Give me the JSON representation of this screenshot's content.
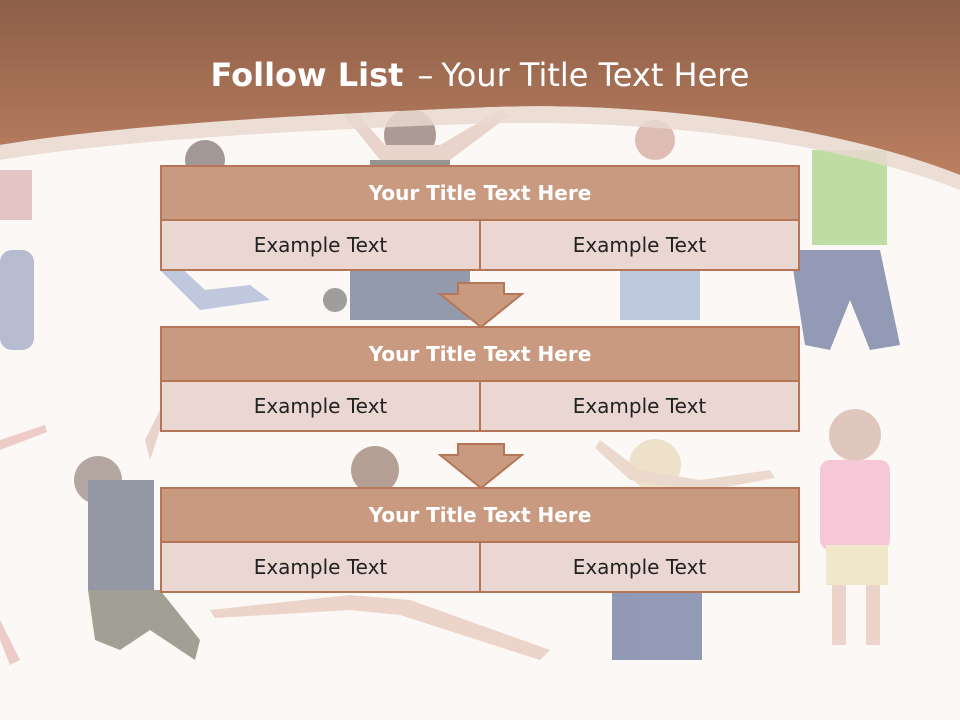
{
  "slide": {
    "title_bold": "Follow List",
    "title_separator": "–",
    "title_rest": "Your Title Text Here"
  },
  "blocks": [
    {
      "heading": "Your Title Text Here",
      "left_text": "Example Text",
      "right_text": "Example Text"
    },
    {
      "heading": "Your Title Text Here",
      "left_text": "Example Text",
      "right_text": "Example Text"
    },
    {
      "heading": "Your Title Text Here",
      "left_text": "Example Text",
      "right_text": "Example Text"
    }
  ],
  "colors": {
    "banner": "#a36a4e",
    "heading_fill": "#c99a80",
    "cell_fill": "#ead7d2",
    "border": "#b47656",
    "background": "#fcf8f5"
  },
  "background_image": "jumping-kids-photo"
}
